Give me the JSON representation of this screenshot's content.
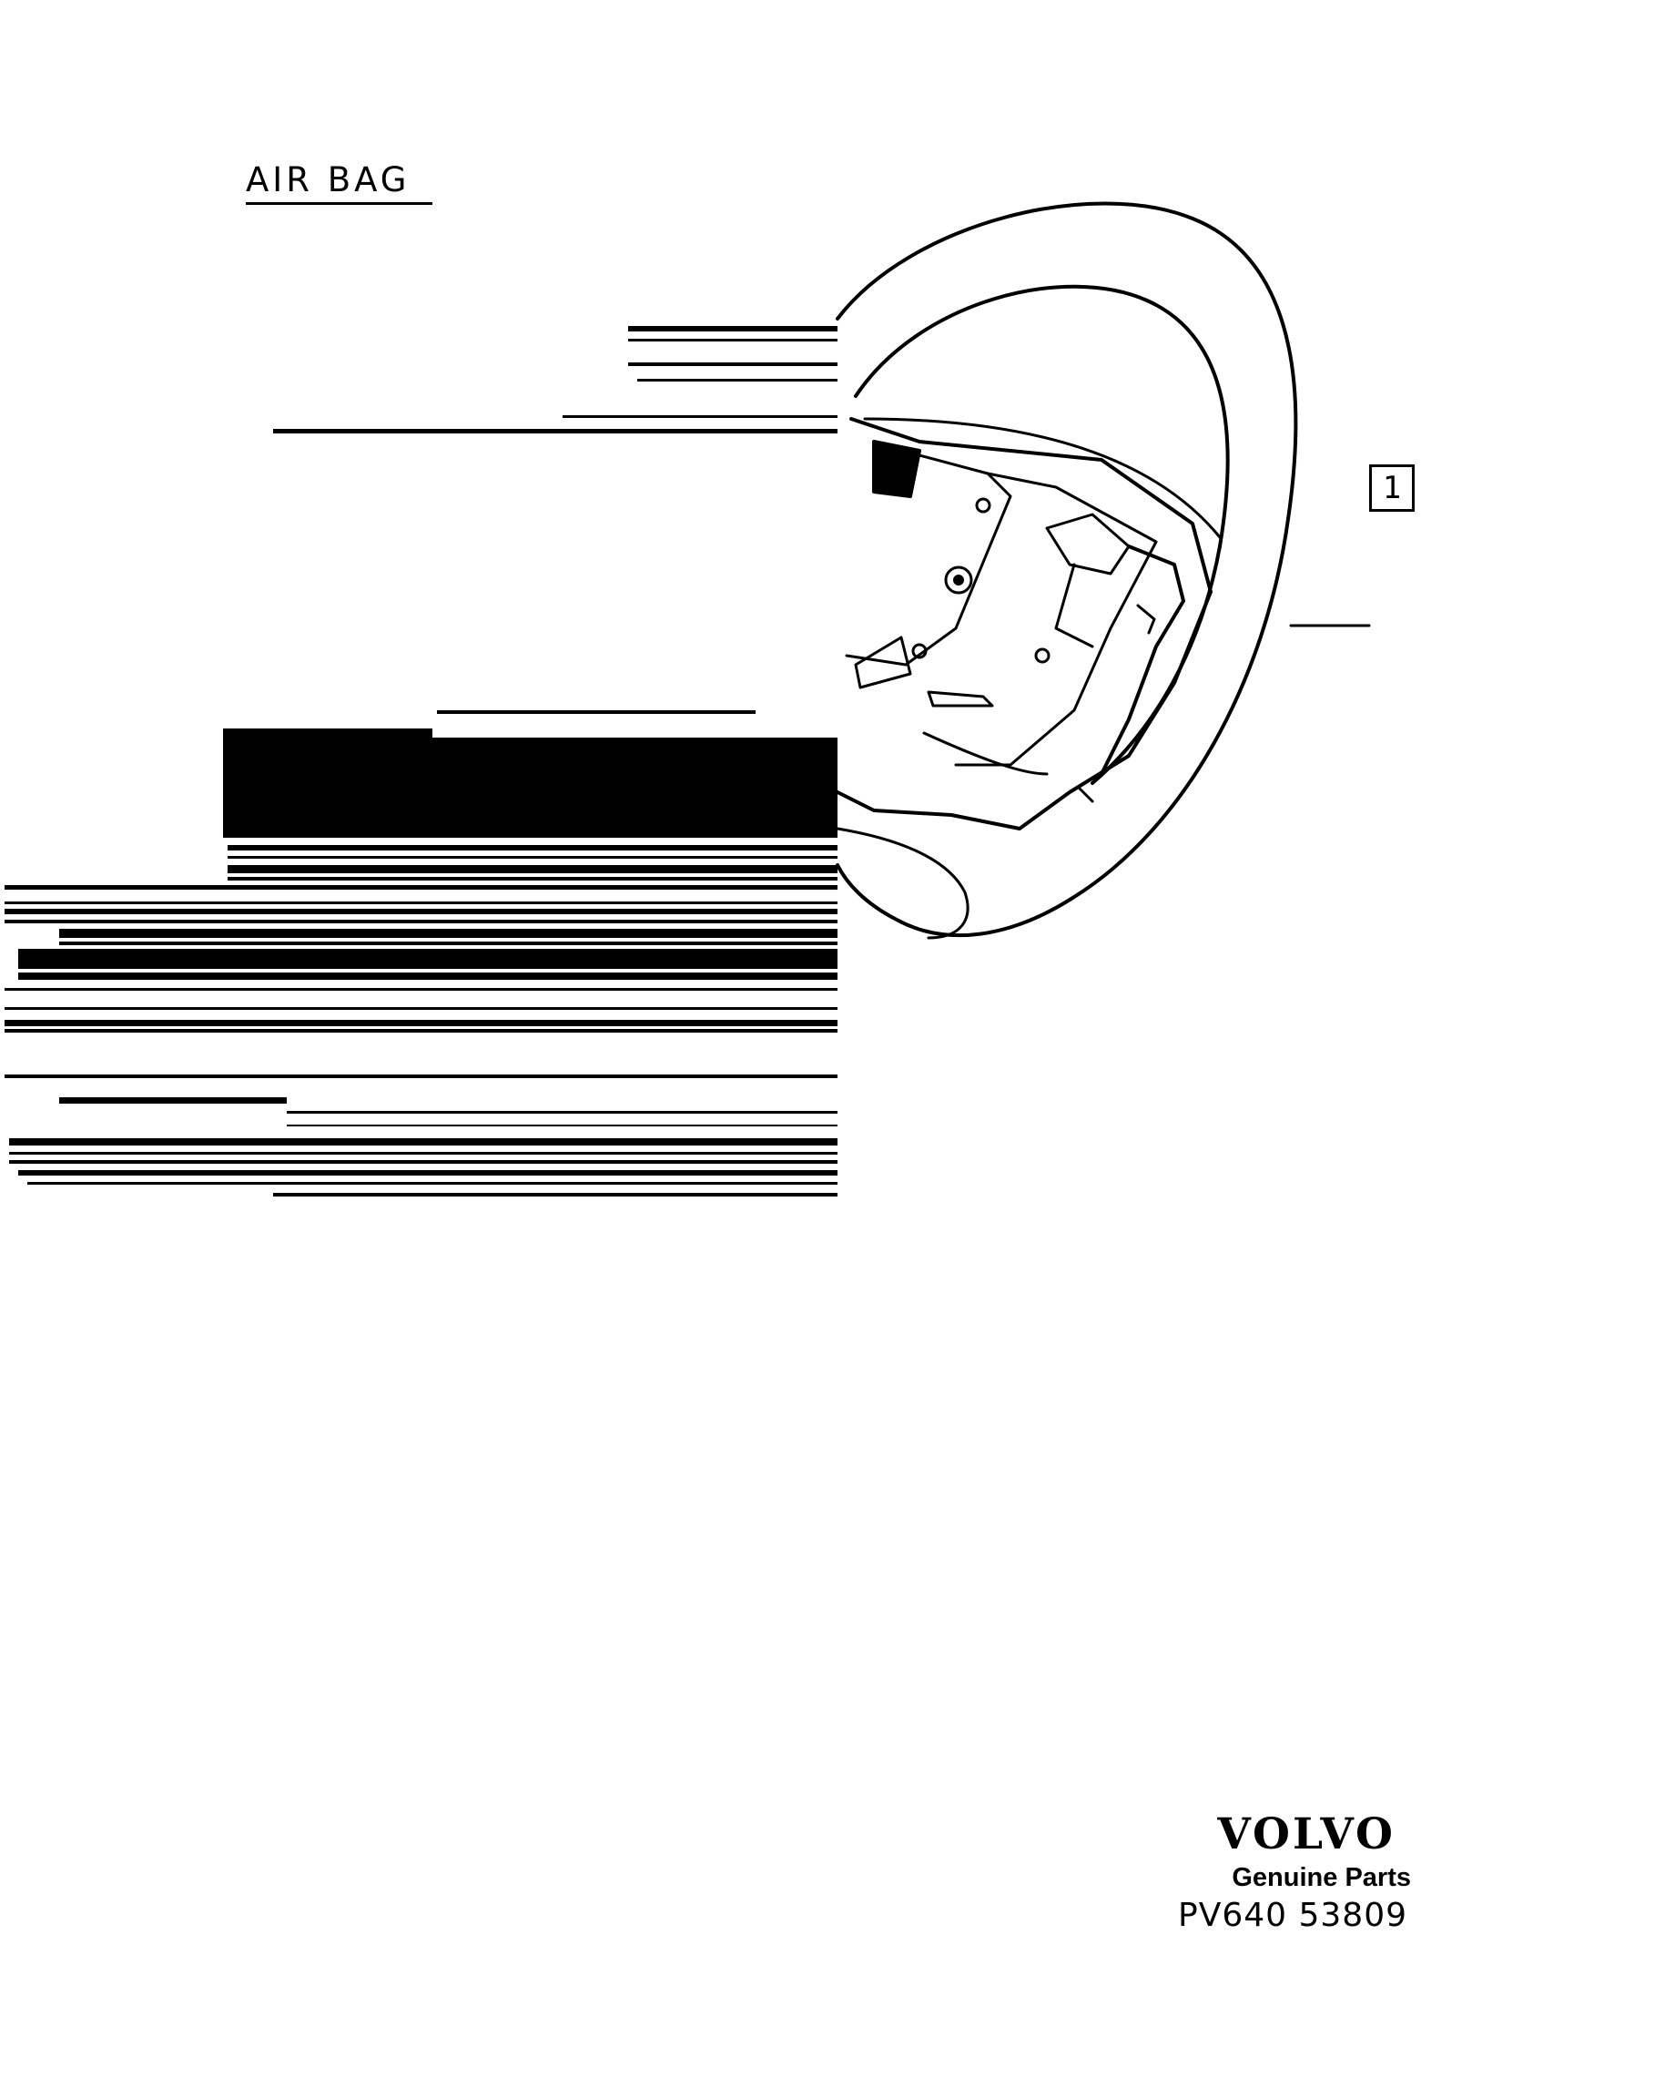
{
  "document": {
    "title": "AIR BAG",
    "callout_number": "1"
  },
  "footer": {
    "brand": "VOLVO",
    "subtitle": "Genuine Parts",
    "part_number": "PV640 53809"
  },
  "icons": {
    "steering_wheel": "steering-wheel-airbag-illustration",
    "scan_artifact": "scan-noise-bands"
  }
}
